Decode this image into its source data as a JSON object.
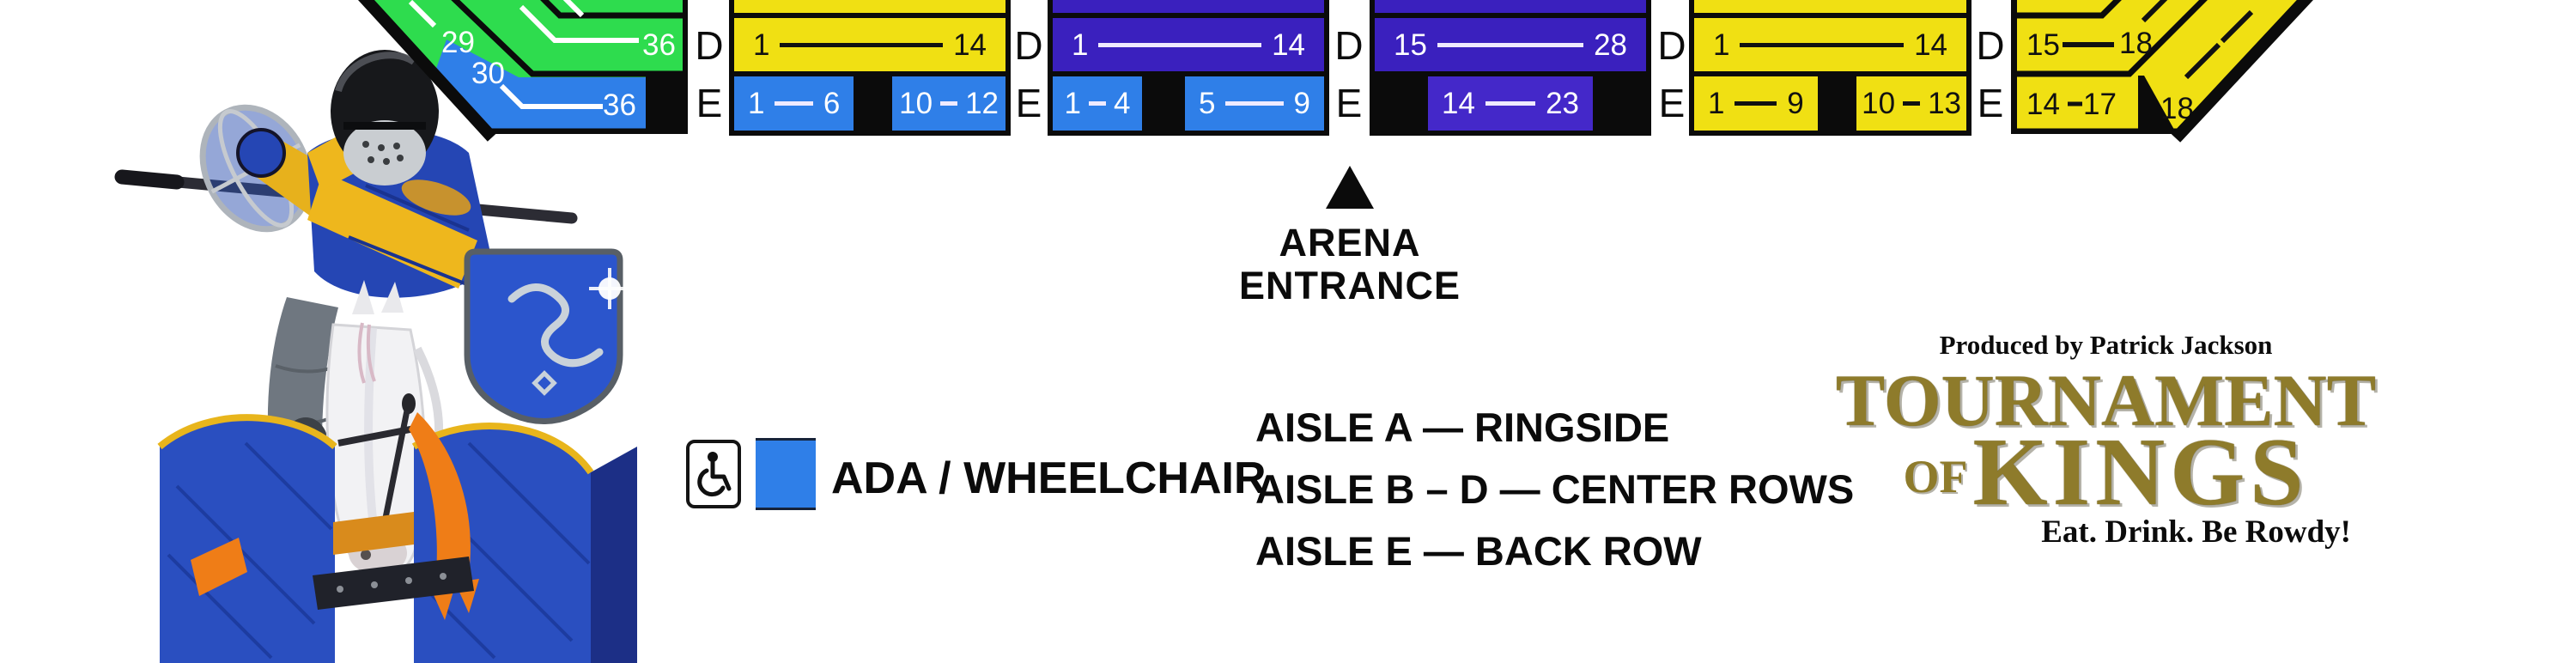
{
  "app": {
    "type": "seating-chart"
  },
  "colors": {
    "green": "#2edc4e",
    "blue_ada": "#2f7fe8",
    "yellow": "#f0e013",
    "purple": "#3a20be",
    "purple_light": "#4428c9",
    "black": "#0b0b0b",
    "logo_gold": "#8e7b2b"
  },
  "row_labels": {
    "d": "D",
    "e": "E"
  },
  "sections": {
    "left": {
      "d_from": "29",
      "d_to": "36",
      "e_from": "30",
      "e_to": "36"
    },
    "yellow1": {
      "d_from": "1",
      "d_to": "14",
      "e1_from": "1",
      "e1_to": "6",
      "e2_from": "10",
      "e2_to": "12"
    },
    "purple1": {
      "d_from": "1",
      "d_to": "14",
      "e1_from": "1",
      "e1_to": "4",
      "e2_from": "5",
      "e2_to": "9"
    },
    "purple2": {
      "d_from": "15",
      "d_to": "28",
      "e_from": "14",
      "e_to": "23"
    },
    "yellow2": {
      "d_from": "1",
      "d_to": "14",
      "e1_from": "1",
      "e1_to": "9",
      "e2_from": "10",
      "e2_to": "13"
    },
    "right": {
      "d_from": "15",
      "d_to": "18",
      "e_from": "14",
      "e_to": "17",
      "diag": "18"
    }
  },
  "entrance": {
    "line1": "ARENA",
    "line2": "ENTRANCE"
  },
  "legend": {
    "ada_label": "ADA / WHEELCHAIR",
    "icon": "wheelchair-icon",
    "key_color": "#2f7fe8"
  },
  "aisle_info": {
    "a": "AISLE A — RINGSIDE",
    "bd": "AISLE B – D — CENTER ROWS",
    "e": "AISLE E — BACK ROW"
  },
  "logo": {
    "produced_by": "Produced by Patrick Jackson",
    "title_word1": "TOURNAMENT",
    "title_word2_prefix": "OF",
    "title_word2": "KINGS",
    "tagline": "Eat. Drink. Be Rowdy!"
  }
}
